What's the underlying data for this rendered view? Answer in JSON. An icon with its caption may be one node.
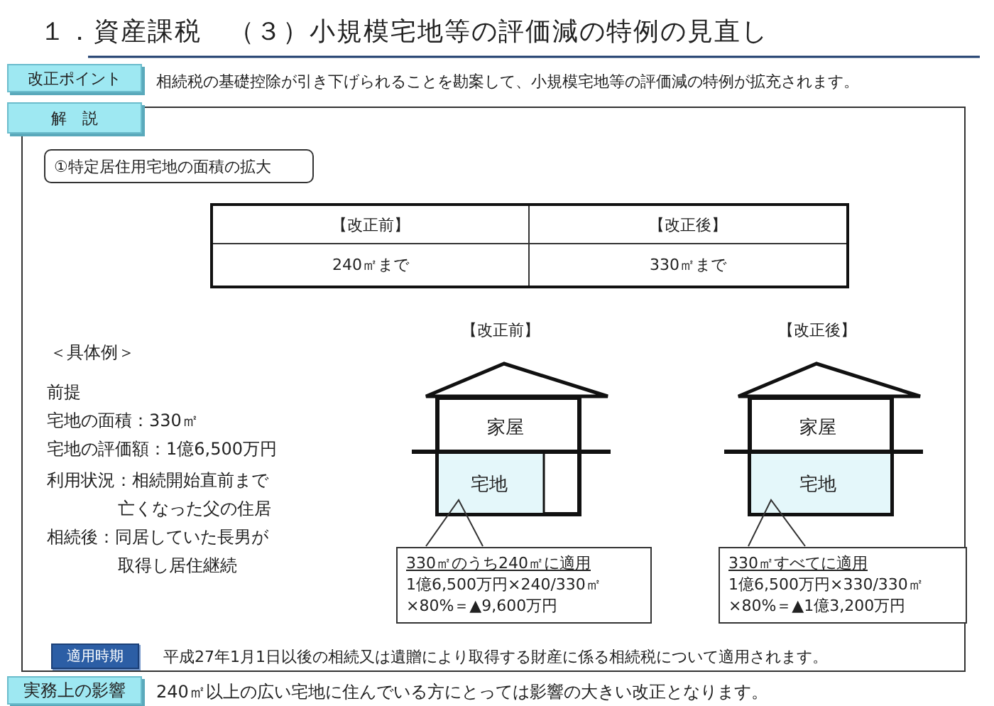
{
  "diagram": {
    "title": "１．資産課税　（３）小規模宅地等の評価減の特例の見直し",
    "nodes": [
      {
        "text": [
          "改正ポイント"
        ]
      },
      {
        "text": [
          "解　説"
        ]
      },
      {
        "text": [],
        "shape": "box"
      },
      {
        "text": [
          "①特定居住用宅地の面積の拡大"
        ],
        "in": 2
      },
      {
        "text": [
          "家屋"
        ],
        "in": 2
      },
      {
        "text": [
          "宅地"
        ],
        "in": 2
      },
      {
        "text": [
          "330㎡のうち240㎡に適用",
          "1億6,500万円×240/330㎡",
          "×80%＝▲9,600万円"
        ],
        "in": 2
      },
      {
        "text": [
          "家屋"
        ],
        "in": 2
      },
      {
        "text": [
          "宅地"
        ],
        "in": 2
      },
      {
        "text": [
          "330㎡すべてに適用",
          "1億6,500万円×330/330㎡",
          "×80%＝▲1億3,200万円"
        ],
        "in": 2
      },
      {
        "text": [
          "適用時期"
        ],
        "in": 2
      },
      {
        "text": [
          "実務上の影響"
        ]
      }
    ],
    "edges": [
      {
        "from": 6,
        "to": 5,
        "arrow": "none"
      },
      {
        "from": 9,
        "to": 8,
        "arrow": "none"
      }
    ],
    "labels": [
      "相続税の基礎控除が引き下げられることを勘案して、小規模宅地等の評価減の特例が拡充されます。",
      "【改正前】",
      "【改正後】",
      "240㎡まで",
      "330㎡まで",
      "【改正前】",
      "【改正後】",
      "＜具体例＞",
      "前提",
      "宅地の面積：330㎡",
      "宅地の評価額：1億6,500万円",
      "利用状況：相続開始直前まで亡くなった父の住居",
      "相続後：同居していた長男が取得し居住継続",
      "平成27年1月1日以後の相続又は遺贈により取得する財産に係る相続税について適用されます。",
      "240㎡以上の広い宅地に住んでいる方にとっては影響の大きい改正となります。"
    ]
  }
}
